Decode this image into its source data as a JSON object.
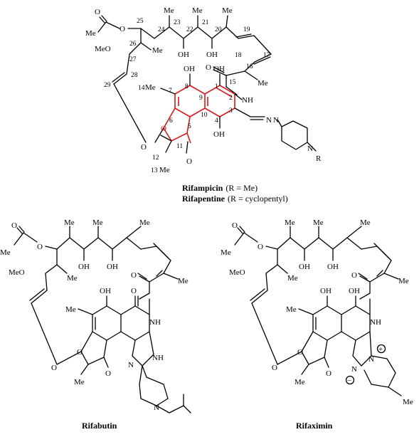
{
  "structures": {
    "rifampicin_rifapentine": {
      "name_a": "Rifampicin",
      "detail_a": "(R = Me)",
      "name_b": "Rifapentine",
      "detail_b": "(R = cyclopentyl)",
      "atoms": {
        "ac_o": "O",
        "ac_me": "Me",
        "ac_o_ester": "O",
        "me24": "Me",
        "me22": "Me",
        "me20": "Me",
        "me26": "Me",
        "oh23": "OH",
        "oh21": "OH",
        "meo27": "MeO",
        "amide_o": "O",
        "me16": "Me",
        "nh": "NH",
        "oh8": "OH",
        "oh1": "OH",
        "oh4": "OH",
        "me14": "Me",
        "o_furan": "O",
        "o_ring": "O",
        "me13": "Me",
        "ketone_o": "O",
        "n_imine": "N",
        "n_pip1": "N",
        "n_pip2": "N",
        "r": "R"
      },
      "locants": [
        "25",
        "24",
        "23",
        "22",
        "21",
        "20",
        "19",
        "18",
        "17",
        "16",
        "15",
        "26",
        "27",
        "28",
        "29",
        "14",
        "7",
        "8",
        "9",
        "1",
        "2",
        "3",
        "4",
        "10",
        "5",
        "6",
        "11",
        "12",
        "13"
      ],
      "highlight_color": "#d81b1b"
    },
    "rifabutin": {
      "name": "Rifabutin",
      "atoms": {
        "ac_o": "O",
        "ac_me": "Me",
        "ac_o_ester": "O",
        "me1": "Me",
        "me2": "Me",
        "me3": "Me",
        "me4": "Me",
        "oh1": "OH",
        "oh2": "OH",
        "meo": "MeO",
        "amide_o": "O",
        "me_dbl": "Me",
        "nh_amide": "NH",
        "oh_ar": "OH",
        "o_quinone": "O",
        "me_ar": "Me",
        "o_furan": "O",
        "o_ring": "O",
        "me_q": "Me",
        "ketone_o": "O",
        "nh_ring": "NH",
        "n_ring": "N",
        "n_pip": "N"
      }
    },
    "rifaximin": {
      "name": "Rifaximin",
      "atoms": {
        "ac_o": "O",
        "ac_me": "Me",
        "ac_o_ester": "O",
        "me1": "Me",
        "me2": "Me",
        "me3": "Me",
        "me4": "Me",
        "oh1": "OH",
        "oh2": "OH",
        "meo": "MeO",
        "amide_o": "O",
        "me_dbl": "Me",
        "nh_amide": "NH",
        "oh_ar1": "OH",
        "oh_ar2": "OH",
        "me_ar": "Me",
        "o_furan": "O",
        "o_ring": "O",
        "me_q": "Me",
        "ketone_o": "O",
        "n_plus": "N",
        "n_minus": "N",
        "plus": "+",
        "minus": "−",
        "me_pyr": "Me"
      }
    }
  }
}
